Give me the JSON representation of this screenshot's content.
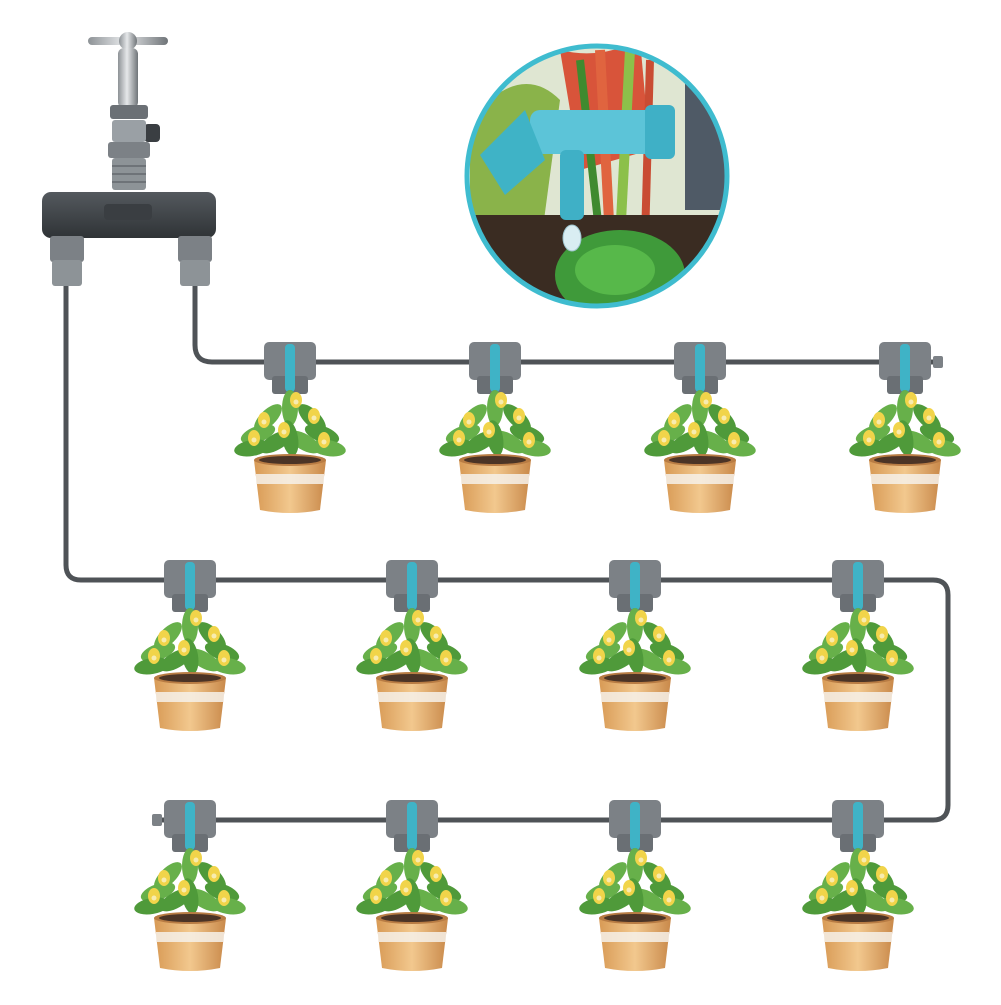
{
  "scene": {
    "faucet": "garden-tap-icon",
    "splitter": "two-way-hose-splitter",
    "inset": "drip-emitter-closeup",
    "rows": [
      {
        "pots": 4
      },
      {
        "pots": 4
      },
      {
        "pots": 4
      }
    ]
  },
  "colors": {
    "background": "#ffffff",
    "hose": "#4f5357",
    "connector": "#7c8186",
    "dripper": "#3fb3c6",
    "potBody": "#e9b779",
    "potBand": "#f6f1ea",
    "leaf": "#4f9a3a",
    "flower": "#f1d44a",
    "insetBorder": "#3fbccf"
  }
}
